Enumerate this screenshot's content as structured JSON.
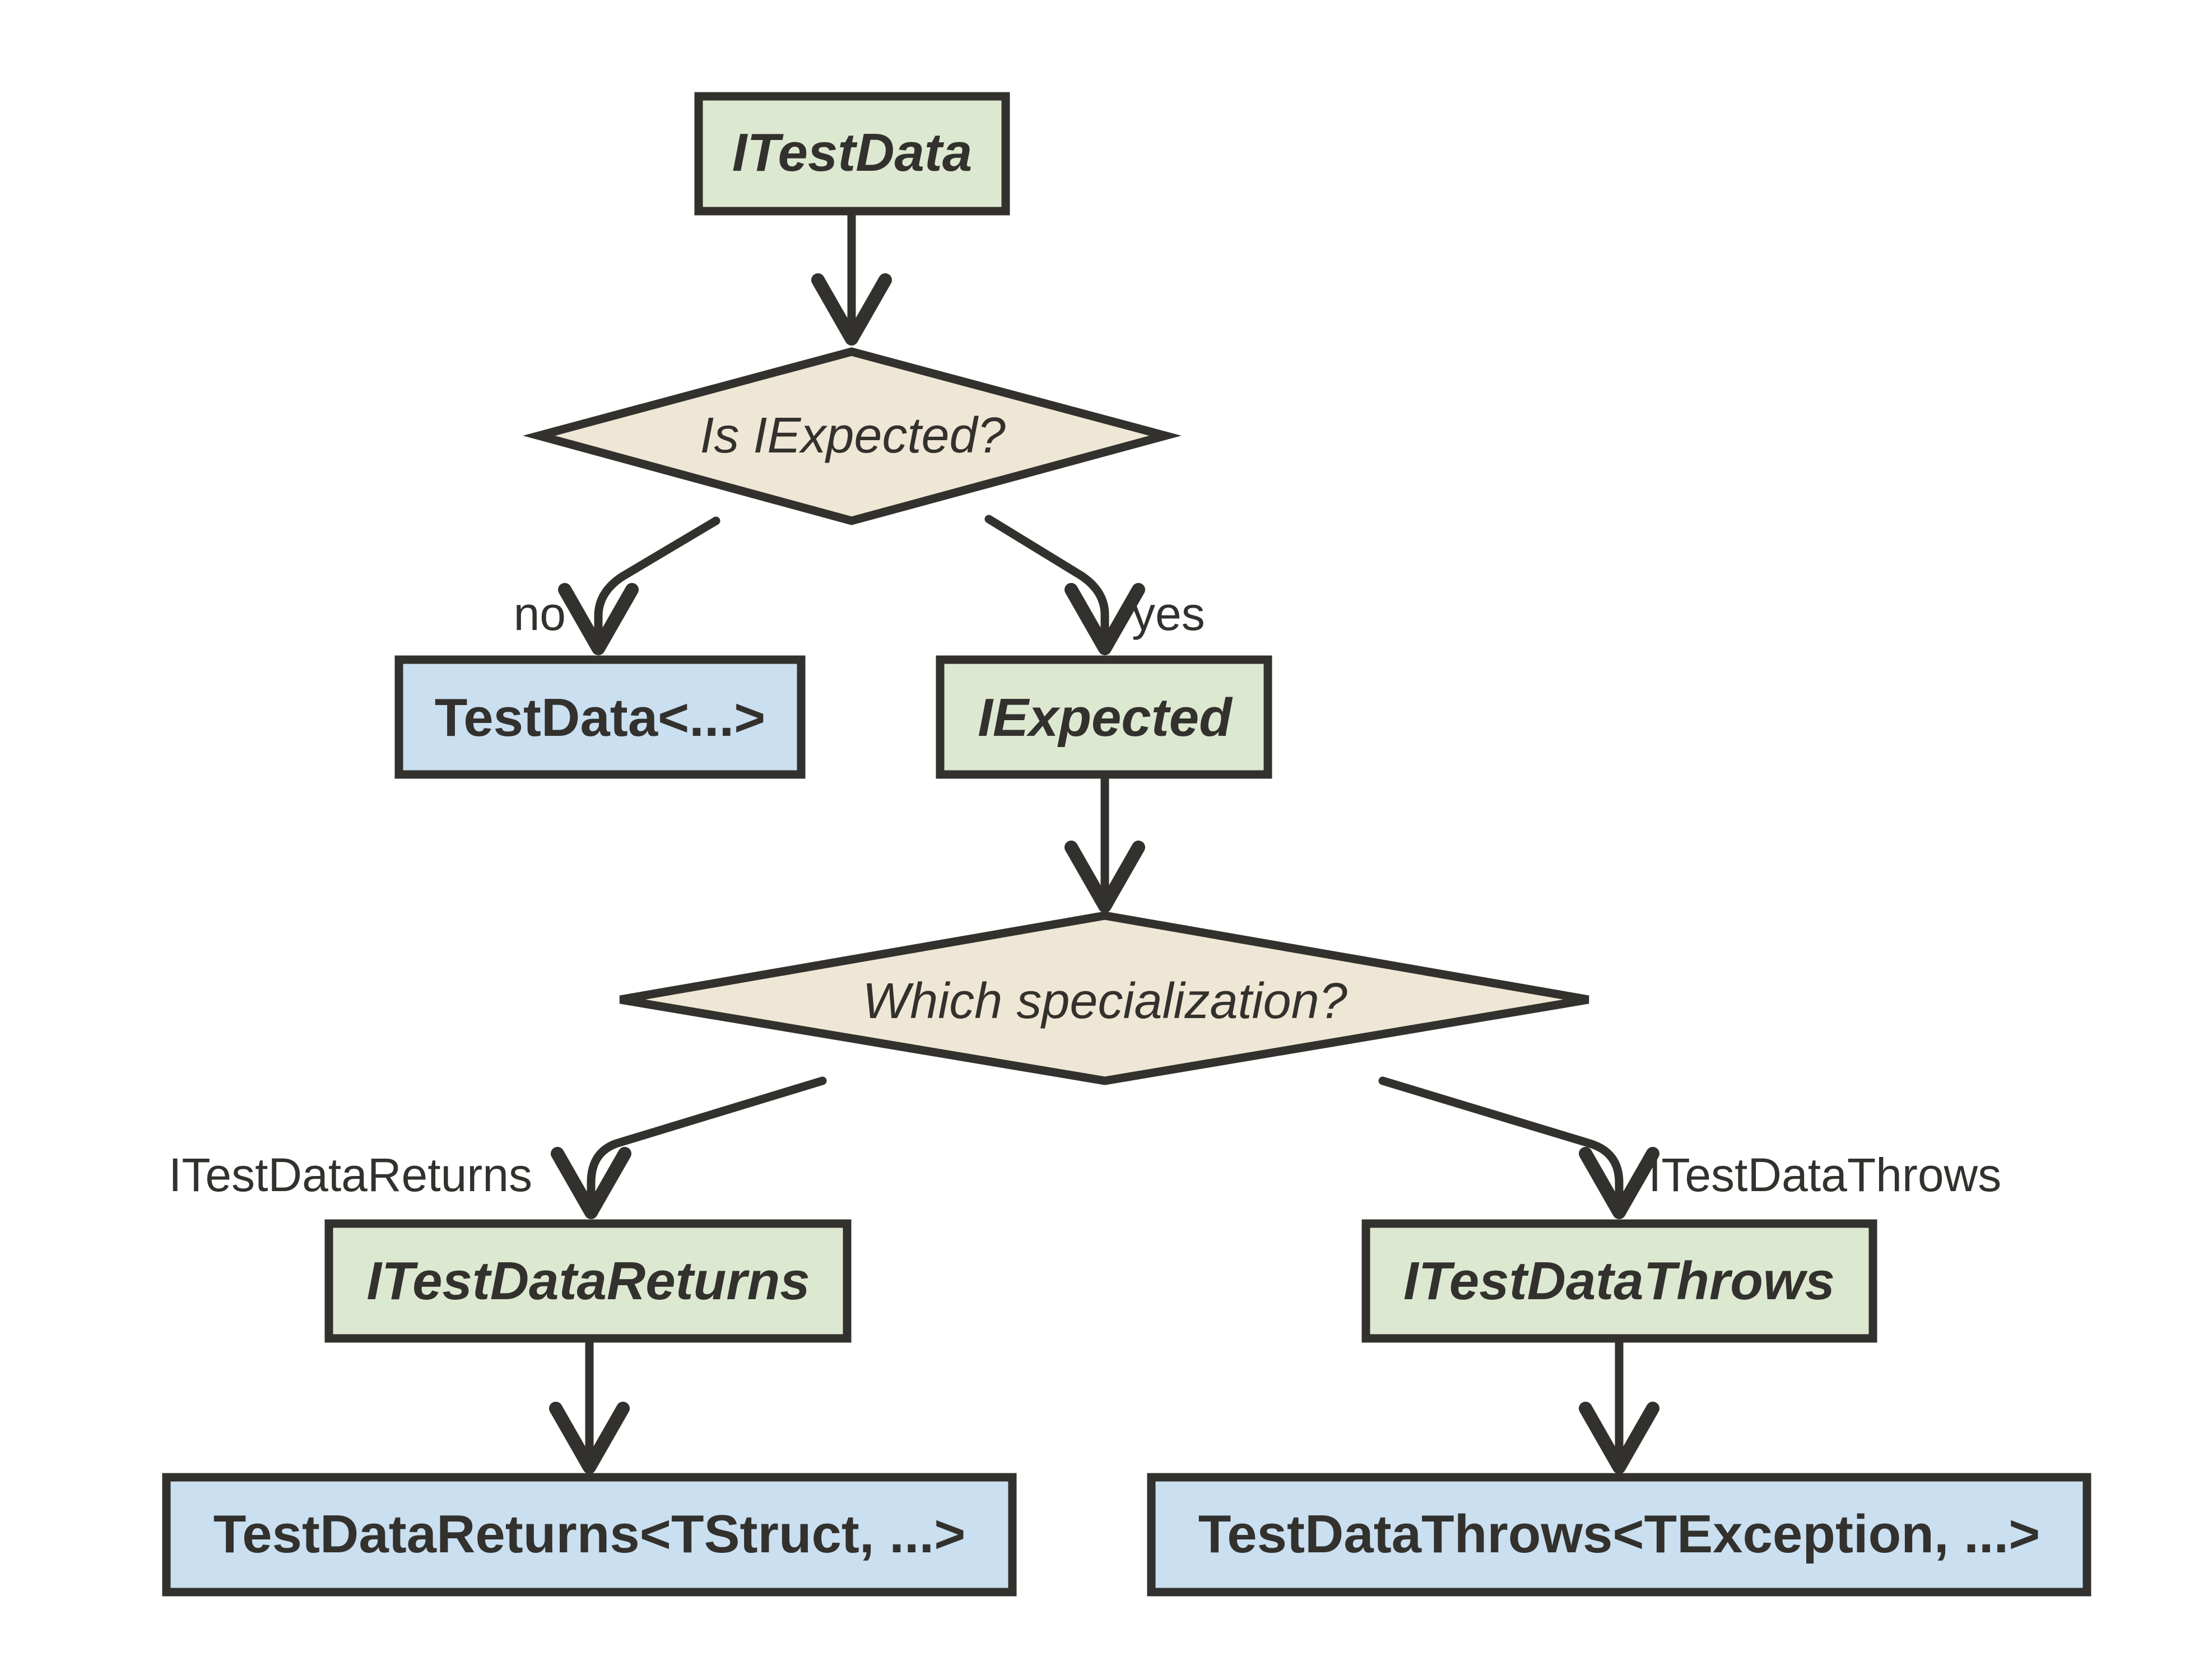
{
  "colors": {
    "interface_fill": "#dde8d1",
    "class_fill": "#cadff0",
    "decision_fill": "#efe7d5",
    "stroke": "#33312d",
    "text": "#33312d"
  },
  "nodes": {
    "itestdata": {
      "label": "ITestData",
      "kind": "interface"
    },
    "is_iexpected": {
      "label": "Is IExpected?",
      "kind": "decision"
    },
    "testdata": {
      "label": "TestData<...>",
      "kind": "class"
    },
    "iexpected": {
      "label": "IExpected",
      "kind": "interface"
    },
    "which_specialization": {
      "label": "Which specialization?",
      "kind": "decision"
    },
    "itestdatareturns": {
      "label": "ITestDataReturns",
      "kind": "interface"
    },
    "itestdatathrows": {
      "label": "ITestDataThrows",
      "kind": "interface"
    },
    "testdatareturns": {
      "label": "TestDataReturns<TStruct, ...>",
      "kind": "class"
    },
    "testdatathrows": {
      "label": "TestDataThrows<TException, ...>",
      "kind": "class"
    }
  },
  "edges": {
    "no": {
      "label": "no"
    },
    "yes": {
      "label": "yes"
    },
    "returns": {
      "label": "ITestDataReturns"
    },
    "throws": {
      "label": "ITestDataThrows"
    }
  }
}
